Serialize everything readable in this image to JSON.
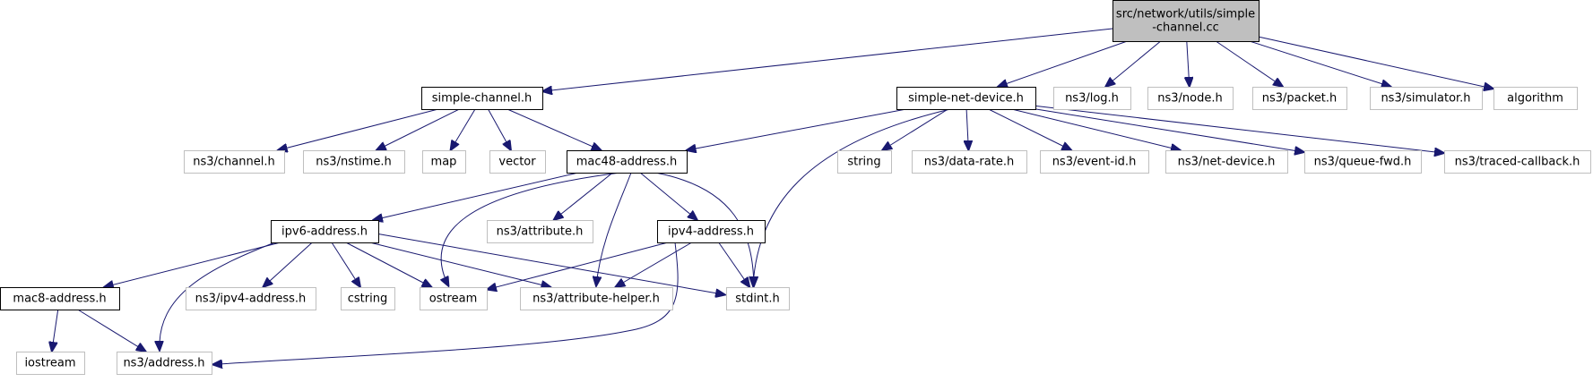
{
  "diagram": {
    "type": "include-dependency-graph",
    "colors": {
      "edge": "#191970",
      "root_fill": "#bfbfbf",
      "root_stroke": "#000000",
      "documented_stroke": "#000000",
      "external_stroke": "#bfbfbf",
      "node_fill": "#ffffff",
      "label": "#000000"
    },
    "nodes": [
      {
        "id": "root",
        "lines": [
          "src/network/utils/simple",
          "-channel.cc"
        ],
        "kind": "root"
      },
      {
        "id": "simple_channel_h",
        "lines": [
          "simple-channel.h"
        ],
        "kind": "documented"
      },
      {
        "id": "simple_net_device_h",
        "lines": [
          "simple-net-device.h"
        ],
        "kind": "documented"
      },
      {
        "id": "ns3_log_h",
        "lines": [
          "ns3/log.h"
        ],
        "kind": "external"
      },
      {
        "id": "ns3_node_h",
        "lines": [
          "ns3/node.h"
        ],
        "kind": "external"
      },
      {
        "id": "ns3_packet_h",
        "lines": [
          "ns3/packet.h"
        ],
        "kind": "external"
      },
      {
        "id": "ns3_simulator_h",
        "lines": [
          "ns3/simulator.h"
        ],
        "kind": "external"
      },
      {
        "id": "algorithm",
        "lines": [
          "algorithm"
        ],
        "kind": "external"
      },
      {
        "id": "ns3_channel_h",
        "lines": [
          "ns3/channel.h"
        ],
        "kind": "external"
      },
      {
        "id": "ns3_nstime_h",
        "lines": [
          "ns3/nstime.h"
        ],
        "kind": "external"
      },
      {
        "id": "map",
        "lines": [
          "map"
        ],
        "kind": "external"
      },
      {
        "id": "vector",
        "lines": [
          "vector"
        ],
        "kind": "external"
      },
      {
        "id": "mac48_address_h",
        "lines": [
          "mac48-address.h"
        ],
        "kind": "documented"
      },
      {
        "id": "string",
        "lines": [
          "string"
        ],
        "kind": "external"
      },
      {
        "id": "ns3_data_rate_h",
        "lines": [
          "ns3/data-rate.h"
        ],
        "kind": "external"
      },
      {
        "id": "ns3_event_id_h",
        "lines": [
          "ns3/event-id.h"
        ],
        "kind": "external"
      },
      {
        "id": "ns3_net_device_h",
        "lines": [
          "ns3/net-device.h"
        ],
        "kind": "external"
      },
      {
        "id": "ns3_queue_fwd_h",
        "lines": [
          "ns3/queue-fwd.h"
        ],
        "kind": "external"
      },
      {
        "id": "ns3_traced_callback_h",
        "lines": [
          "ns3/traced-callback.h"
        ],
        "kind": "external"
      },
      {
        "id": "ipv6_address_h",
        "lines": [
          "ipv6-address.h"
        ],
        "kind": "documented"
      },
      {
        "id": "ns3_attribute_h",
        "lines": [
          "ns3/attribute.h"
        ],
        "kind": "external"
      },
      {
        "id": "ipv4_address_h",
        "lines": [
          "ipv4-address.h"
        ],
        "kind": "documented"
      },
      {
        "id": "mac8_address_h",
        "lines": [
          "mac8-address.h"
        ],
        "kind": "documented"
      },
      {
        "id": "ns3_ipv4_address_h",
        "lines": [
          "ns3/ipv4-address.h"
        ],
        "kind": "external"
      },
      {
        "id": "cstring",
        "lines": [
          "cstring"
        ],
        "kind": "external"
      },
      {
        "id": "ostream",
        "lines": [
          "ostream"
        ],
        "kind": "external"
      },
      {
        "id": "ns3_attribute_helper_h",
        "lines": [
          "ns3/attribute-helper.h"
        ],
        "kind": "external"
      },
      {
        "id": "stdint_h",
        "lines": [
          "stdint.h"
        ],
        "kind": "external"
      },
      {
        "id": "iostream",
        "lines": [
          "iostream"
        ],
        "kind": "external"
      },
      {
        "id": "ns3_address_h",
        "lines": [
          "ns3/address.h"
        ],
        "kind": "external"
      }
    ],
    "edges": [
      {
        "from": "root",
        "to": "simple_channel_h"
      },
      {
        "from": "root",
        "to": "simple_net_device_h"
      },
      {
        "from": "root",
        "to": "ns3_log_h"
      },
      {
        "from": "root",
        "to": "ns3_node_h"
      },
      {
        "from": "root",
        "to": "ns3_packet_h"
      },
      {
        "from": "root",
        "to": "ns3_simulator_h"
      },
      {
        "from": "root",
        "to": "algorithm"
      },
      {
        "from": "simple_channel_h",
        "to": "ns3_channel_h"
      },
      {
        "from": "simple_channel_h",
        "to": "ns3_nstime_h"
      },
      {
        "from": "simple_channel_h",
        "to": "map"
      },
      {
        "from": "simple_channel_h",
        "to": "vector"
      },
      {
        "from": "simple_channel_h",
        "to": "mac48_address_h"
      },
      {
        "from": "simple_net_device_h",
        "to": "mac48_address_h"
      },
      {
        "from": "simple_net_device_h",
        "to": "stdint_h"
      },
      {
        "from": "simple_net_device_h",
        "to": "string"
      },
      {
        "from": "simple_net_device_h",
        "to": "ns3_data_rate_h"
      },
      {
        "from": "simple_net_device_h",
        "to": "ns3_event_id_h"
      },
      {
        "from": "simple_net_device_h",
        "to": "ns3_net_device_h"
      },
      {
        "from": "simple_net_device_h",
        "to": "ns3_queue_fwd_h"
      },
      {
        "from": "simple_net_device_h",
        "to": "ns3_traced_callback_h"
      },
      {
        "from": "mac48_address_h",
        "to": "ipv6_address_h"
      },
      {
        "from": "mac48_address_h",
        "to": "ostream"
      },
      {
        "from": "mac48_address_h",
        "to": "ns3_attribute_h"
      },
      {
        "from": "mac48_address_h",
        "to": "ns3_attribute_helper_h"
      },
      {
        "from": "mac48_address_h",
        "to": "ipv4_address_h"
      },
      {
        "from": "mac48_address_h",
        "to": "stdint_h"
      },
      {
        "from": "ipv6_address_h",
        "to": "mac8_address_h"
      },
      {
        "from": "ipv6_address_h",
        "to": "ns3_address_h"
      },
      {
        "from": "ipv6_address_h",
        "to": "ns3_ipv4_address_h"
      },
      {
        "from": "ipv6_address_h",
        "to": "cstring"
      },
      {
        "from": "ipv6_address_h",
        "to": "ostream"
      },
      {
        "from": "ipv6_address_h",
        "to": "ns3_attribute_helper_h"
      },
      {
        "from": "ipv6_address_h",
        "to": "stdint_h"
      },
      {
        "from": "ipv4_address_h",
        "to": "ostream"
      },
      {
        "from": "ipv4_address_h",
        "to": "ns3_attribute_helper_h"
      },
      {
        "from": "ipv4_address_h",
        "to": "stdint_h"
      },
      {
        "from": "ipv4_address_h",
        "to": "ns3_address_h"
      },
      {
        "from": "mac8_address_h",
        "to": "iostream"
      },
      {
        "from": "mac8_address_h",
        "to": "ns3_address_h"
      }
    ]
  }
}
